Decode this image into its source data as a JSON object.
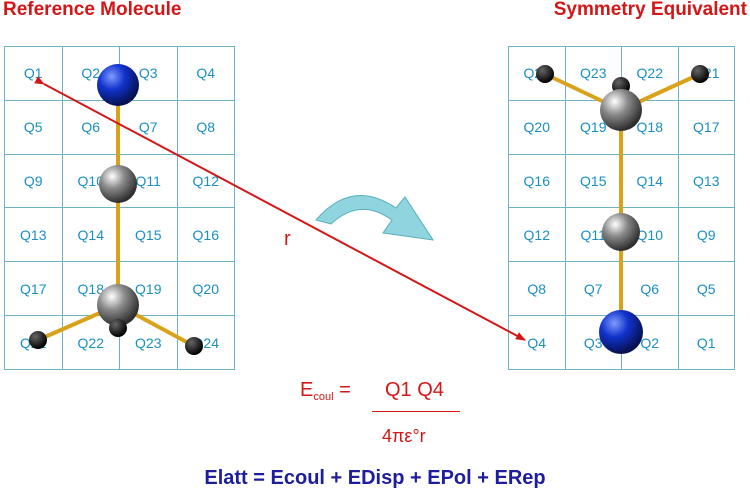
{
  "titles": {
    "left": "Reference Molecule",
    "right": "Symmetry Equivalent",
    "color": "#d41616"
  },
  "grids": {
    "left": [
      [
        "Q1",
        "Q2",
        "Q3",
        "Q4"
      ],
      [
        "Q5",
        "Q6",
        "Q7",
        "Q8"
      ],
      [
        "Q9",
        "Q10",
        "Q11",
        "Q12"
      ],
      [
        "Q13",
        "Q14",
        "Q15",
        "Q16"
      ],
      [
        "Q17",
        "Q18",
        "Q19",
        "Q20"
      ],
      [
        "Q21",
        "Q22",
        "Q23",
        "Q24"
      ]
    ],
    "right": [
      [
        "Q24",
        "Q23",
        "Q22",
        "Q21"
      ],
      [
        "Q20",
        "Q19",
        "Q18",
        "Q17"
      ],
      [
        "Q16",
        "Q15",
        "Q14",
        "Q13"
      ],
      [
        "Q12",
        "Q11",
        "Q10",
        "Q9"
      ],
      [
        "Q8",
        "Q7",
        "Q6",
        "Q5"
      ],
      [
        "Q4",
        "Q3",
        "Q2",
        "Q1"
      ]
    ],
    "label_color": "#1a8fc4",
    "line_color": "#6fb4c6"
  },
  "distance_label": "r",
  "equation": {
    "lhs_main": "E",
    "lhs_sub": "coul",
    "equals": " = ",
    "numerator": "Q1 Q4",
    "denominator": "4πε°r"
  },
  "energy_sum": "Elatt = Ecoul + EDisp + EPol + ERep",
  "atoms": {
    "nitrogen_color": "#1133cc",
    "carbon_color": "#8a8a8a",
    "hydrogen_color": "#111111",
    "bond_color": "#d9a21a"
  },
  "arrow_color": "#8fd4df"
}
